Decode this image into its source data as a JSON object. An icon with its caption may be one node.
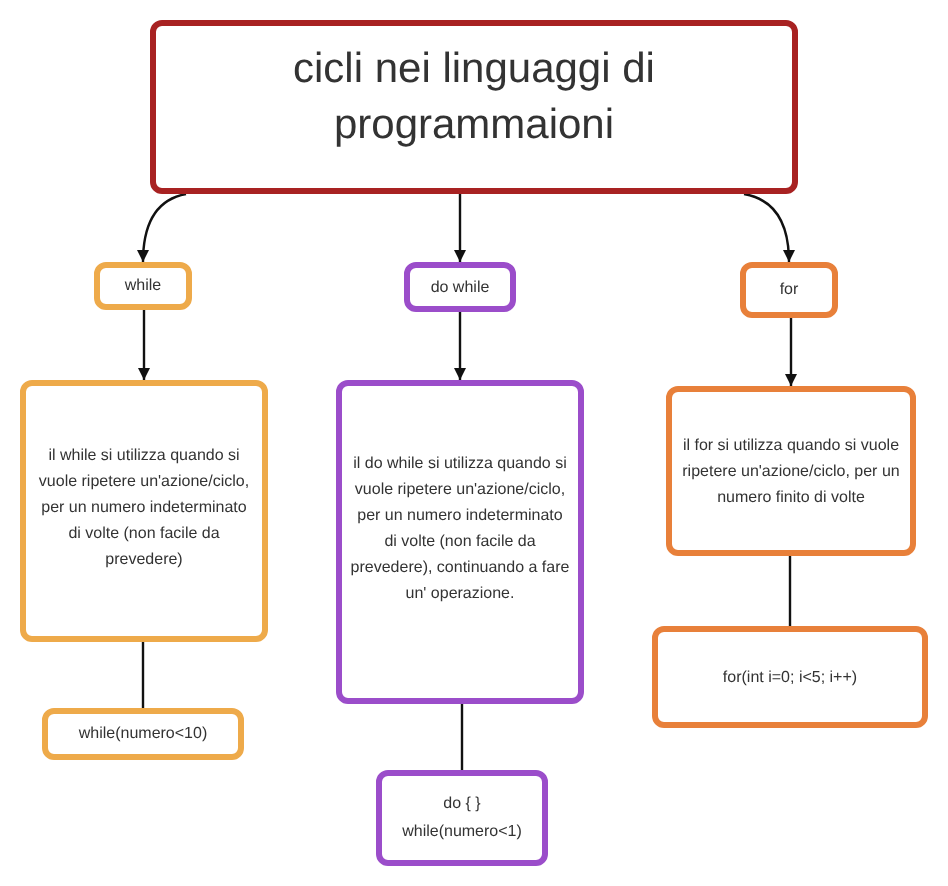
{
  "diagram": {
    "nodes": [
      {
        "text": [
          "cicli nei linguaggi di programmaioni"
        ]
      },
      {
        "text": [
          "while"
        ]
      },
      {
        "text": [
          "do while"
        ]
      },
      {
        "text": [
          "for"
        ]
      },
      {
        "text": [
          "il while si utilizza quando si vuole ripetere un'azione/ciclo, per un numero indeterminato di volte (non facile da prevedere)"
        ]
      },
      {
        "text": [
          "il do while si utilizza quando si vuole ripetere un'azione/ciclo, per un numero indeterminato di volte (non facile da prevedere), continuando a fare un' operazione."
        ]
      },
      {
        "text": [
          "il for  si utilizza quando si vuole ripetere un'azione/ciclo, per un numero finito di volte"
        ]
      },
      {
        "text": [
          "while(numero<10)"
        ]
      },
      {
        "text": [
          "do { } while(numero<1)"
        ]
      },
      {
        "text": [
          "for(int i=0; i<5; i++)"
        ]
      }
    ],
    "edges": [
      {
        "from": 0,
        "to": 1,
        "arrow": "to"
      },
      {
        "from": 0,
        "to": 2,
        "arrow": "to"
      },
      {
        "from": 0,
        "to": 3,
        "arrow": "to"
      },
      {
        "from": 1,
        "to": 4,
        "arrow": "to"
      },
      {
        "from": 2,
        "to": 5,
        "arrow": "to"
      },
      {
        "from": 3,
        "to": 6,
        "arrow": "to"
      },
      {
        "from": 4,
        "to": 7,
        "arrow": "none"
      },
      {
        "from": 5,
        "to": 8,
        "arrow": "none"
      },
      {
        "from": 6,
        "to": 9,
        "arrow": "none"
      }
    ]
  }
}
